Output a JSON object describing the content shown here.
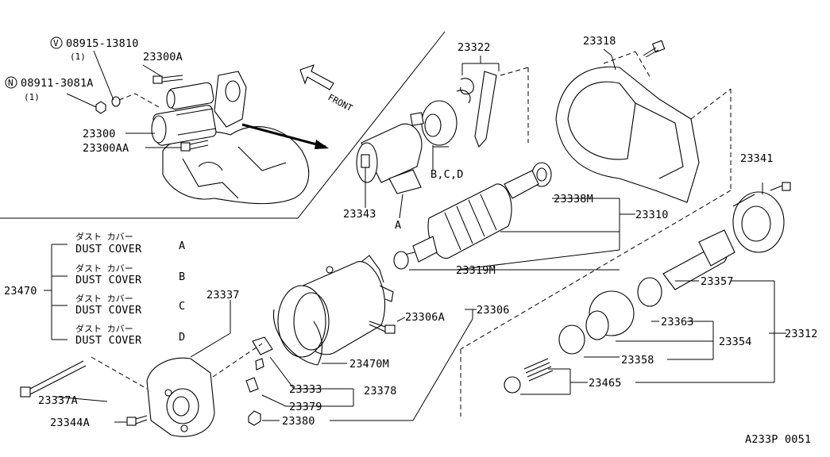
{
  "figure_code": "A233P 0051",
  "front_label": "FRONT",
  "callouts": {
    "washer_v": "08915-13810",
    "washer_v_qty": "(1)",
    "washer_v_symbol": "V",
    "nut_n": "08911-3081A",
    "nut_n_qty": "(1)",
    "nut_n_symbol": "N",
    "p23300A": "23300A",
    "p23300": "23300",
    "p23300AA": "23300AA",
    "p23322": "23322",
    "p23318": "23318",
    "p23341": "23341",
    "p23343": "23343",
    "letter_A": "A",
    "letters_BCD": "B,C,D",
    "p23338M": "23338M",
    "p23310": "23310",
    "p23319M": "23319M",
    "p23337": "23337",
    "p23306A": "23306A",
    "p23306": "23306",
    "p23470M": "23470M",
    "p23333": "23333",
    "p23378": "23378",
    "p23379": "23379",
    "p23380": "23380",
    "p23337A": "23337A",
    "p23344A": "23344A",
    "p23357": "23357",
    "p23363": "23363",
    "p23354": "23354",
    "p23312": "23312",
    "p23358": "23358",
    "p23465": "23465",
    "p23470": "23470"
  },
  "dust_covers": [
    {
      "jp": "ダスト  カバー",
      "name": "DUST COVER",
      "letter": "A"
    },
    {
      "jp": "ダスト  カバー",
      "name": "DUST COVER",
      "letter": "B"
    },
    {
      "jp": "ダスト  カバー",
      "name": "DUST COVER",
      "letter": "C"
    },
    {
      "jp": "ダスト  カバー",
      "name": "DUST COVER",
      "letter": "D"
    }
  ]
}
